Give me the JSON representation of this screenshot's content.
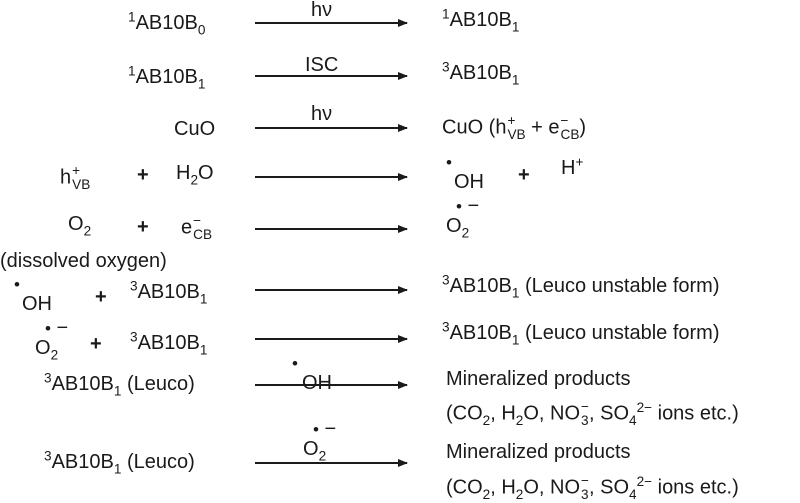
{
  "rows": [
    {
      "arrow_label": "hν"
    },
    {
      "arrow_label": "ISC"
    },
    {
      "arrow_label": "hν"
    },
    {
      "arrow_label": ""
    },
    {
      "arrow_label": ""
    },
    {
      "arrow_label": ""
    },
    {
      "arrow_label": ""
    },
    {
      "arrow_label": "OH"
    },
    {
      "arrow_label": "O"
    }
  ],
  "text": {
    "ab10b": "AB10B",
    "cuo": "CuO",
    "h2o_h": "H",
    "h2o_o": "O",
    "oh": "OH",
    "hplus": "H",
    "o_letter": "O",
    "e": "e",
    "plus": "+",
    "minus": "−",
    "sup1": "1",
    "sup3": "3",
    "sub0": "0",
    "sub1": "1",
    "sub2": "2",
    "vb": "VB",
    "cb": "CB",
    "hplus_sup": "+",
    "cuo_products": "(h+VB + e−CB)",
    "dissolved_oxygen": "(dissolved oxygen)",
    "leuco_paren": "(Leuco)",
    "leuco_unstable": "(Leuco unstable form)",
    "mineralized": "Mineralized products",
    "ions_line": "(CO2, H2O, NO3−, SO42− ions etc.)"
  },
  "colors": {
    "ink": "#1a1a1a",
    "background": "#ffffff"
  }
}
